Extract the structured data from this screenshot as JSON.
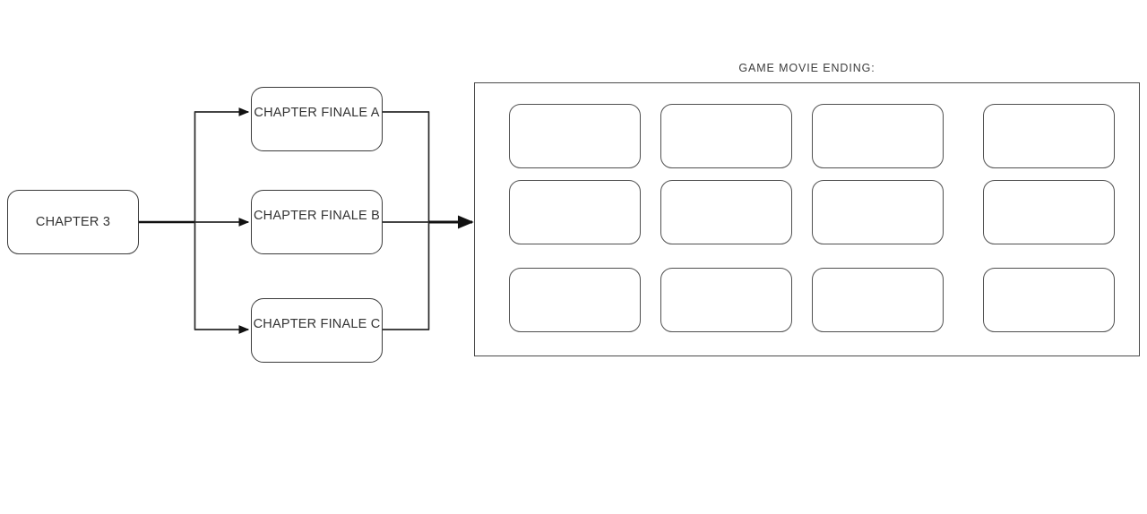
{
  "diagram": {
    "type": "flowchart",
    "background_color": "#ffffff",
    "line_color": "#2a2a2a",
    "node_border_color": "#3a3a3a",
    "nodes": {
      "source": {
        "label": "CHAPTER 3"
      },
      "finales": [
        {
          "label": "CHAPTER FINALE A"
        },
        {
          "label": "CHAPTER FINALE B"
        },
        {
          "label": "CHAPTER FINALE C"
        }
      ]
    },
    "ending_panel": {
      "title": "GAME MOVIE ENDING:",
      "rows": 3,
      "columns": 4,
      "cells": [
        {
          "label": ""
        },
        {
          "label": ""
        },
        {
          "label": ""
        },
        {
          "label": ""
        },
        {
          "label": ""
        },
        {
          "label": ""
        },
        {
          "label": ""
        },
        {
          "label": ""
        },
        {
          "label": ""
        },
        {
          "label": ""
        },
        {
          "label": ""
        },
        {
          "label": ""
        }
      ]
    }
  }
}
